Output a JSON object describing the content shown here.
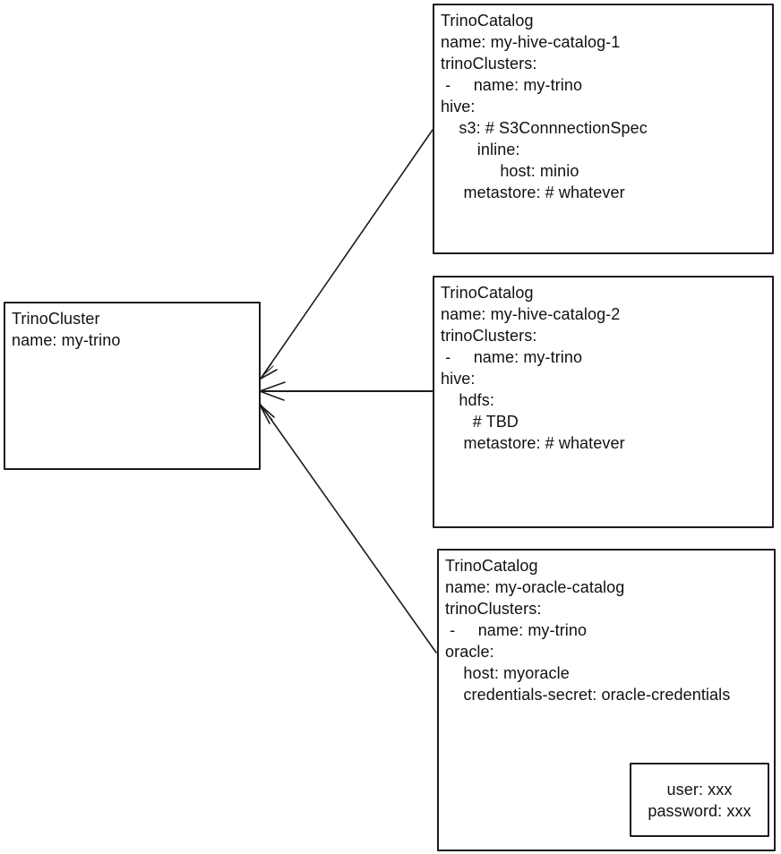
{
  "colors": {
    "stroke": "#1c1c1c",
    "background": "#ffffff",
    "text": "#111111"
  },
  "cluster": {
    "lines": [
      "TrinoCluster",
      "name: my-trino"
    ]
  },
  "catalogs": [
    {
      "lines": [
        "TrinoCatalog",
        "name: my-hive-catalog-1",
        "trinoClusters:",
        " -     name: my-trino",
        "hive:",
        "    s3: # S3ConnnectionSpec",
        "        inline:",
        "             host: minio",
        "     metastore: # whatever"
      ]
    },
    {
      "lines": [
        "TrinoCatalog",
        "name: my-hive-catalog-2",
        "trinoClusters:",
        " -     name: my-trino",
        "hive:",
        "    hdfs:",
        "       # TBD",
        "     metastore: # whatever"
      ]
    },
    {
      "lines": [
        "TrinoCatalog",
        "name: my-oracle-catalog",
        "trinoClusters:",
        " -     name: my-trino",
        "oracle:",
        "    host: myoracle",
        "    credentials-secret: oracle-credentials"
      ]
    }
  ],
  "credentials": {
    "lines": [
      "user: xxx",
      "password: xxx"
    ]
  }
}
